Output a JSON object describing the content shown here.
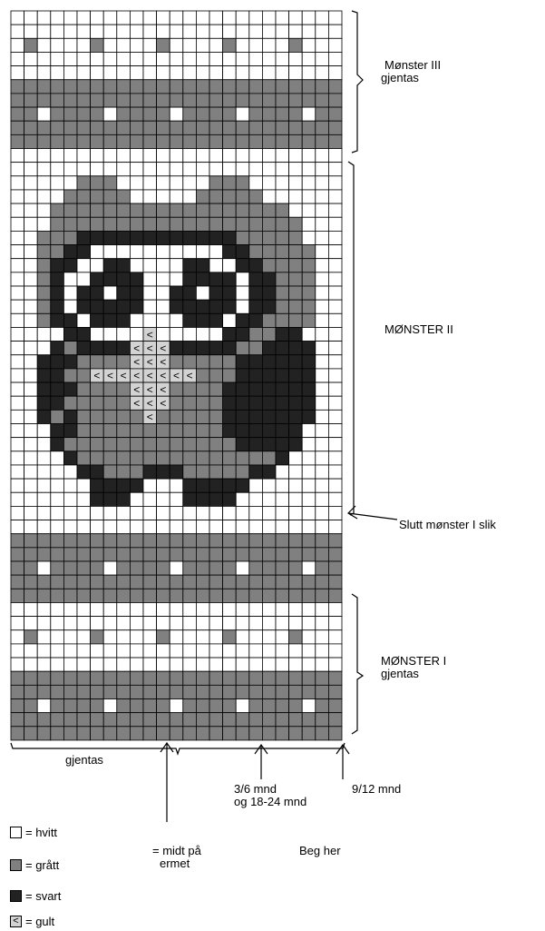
{
  "colors": {
    "hvitt": "#ffffff",
    "graatt": "#808080",
    "svart": "#222222",
    "gult": "#d3d3d3",
    "gridline": "#000000"
  },
  "chart_grid": {
    "cols": 25,
    "legend_codes": {
      "W": "hvitt",
      "G": "grått",
      "B": "svart",
      "Y": "gult"
    },
    "rows": [
      "WWWWWWWWWWWWWWWWWWWWWWWWW",
      "WWWWWWWWWWWWWWWWWWWWWWWWW",
      "WGWWWWGWWWWGWWWWGWWWWGWWW",
      "WWWWWWWWWWWWWWWWWWWWWWWWW",
      "WWWWWWWWWWWWWWWWWWWWWWWWW",
      "GGGGGGGGGGGGGGGGGGGGGGGGG",
      "GGGGGGGGGGGGGGGGGGGGGGGGG",
      "GGWGGGGWGGGGWGGGGWGGGGWGG",
      "GGGGGGGGGGGGGGGGGGGGGGGGG",
      "GGGGGGGGGGGGGGGGGGGGGGGGG",
      "WWWWWWWWWWWWWWWWWWWWWWWWW",
      "WWWWWWWWWWWWWWWWWWWWWWWWW",
      "WWWWWGGGWWWWWWWGGGWWWWWWW",
      "WWWWGGGGGWWWWWGGGGGWWWWWW",
      "WWWGGGGGGGGGGGGGGGGGGWWWW",
      "WWWGGGGGGGGGGGGGGGGGGGWWW",
      "WWGGGBBBBBBBBBBBBGGGGGWWW",
      "WWGGBBWWWWWWWWWWBBGGGGGWW",
      "WWGBBWWBBWWWWBBWWBBGGGGWW",
      "WWGBWWBBBBWWWBBBBWBBGGGWW",
      "WWGBWBBWBBWWBBWBBWBBGGGWW",
      "WWGBWBBBBBWWBBBBBWBBGGGWW",
      "WWGBBWBBBWWWWBBBWBBGGGGWW",
      "WWWWBBWWWWYWWWWWBBGGBBWWW",
      "WWWBGBBBBYYYBBBBBGGBBBBWW",
      "WWBBBGGGGYYYGGGGGBBBBBBWW",
      "WWBBGGYYYYYYYYGGGBBBBBBWW",
      "WWBBBGGGGYYYGGGGBBBBBBBWW",
      "WWBBGGGGGYYYGGGGBBBBBBBWW",
      "WWBGBGGGGGYGGGGGBBBBBBBWW",
      "WWWBBGGGGGGGGGGGBBBBBBWWW",
      "WWWBGGGGGGGGGGGGGBBBBBWWW",
      "WWWWBGGGGGGGGGGGGGGGBWWWW",
      "WWWWWBBGGGBBBGGGGGBBWWWWW",
      "WWWWWWBBBBWWWBBBBBWWWWWWW",
      "WWWWWWBBBWWWWBBBBWWWWWWWW",
      "WWWWWWWWWWWWWWWWWWWWWWWWW",
      "WWWWWWWWWWWWWWWWWWWWWWWWW",
      "GGGGGGGGGGGGGGGGGGGGGGGGG",
      "GGGGGGGGGGGGGGGGGGGGGGGGG",
      "GGWGGGGWGGGGWGGGGWGGGGWGG",
      "GGGGGGGGGGGGGGGGGGGGGGGGG",
      "GGGGGGGGGGGGGGGGGGGGGGGGG",
      "WWWWWWWWWWWWWWWWWWWWWWWWW",
      "WWWWWWWWWWWWWWWWWWWWWWWWW",
      "WGWWWWGWWWWGWWWWGWWWWGWWW",
      "WWWWWWWWWWWWWWWWWWWWWWWWW",
      "WWWWWWWWWWWWWWWWWWWWWWWWW",
      "GGGGGGGGGGGGGGGGGGGGGGGGG",
      "GGGGGGGGGGGGGGGGGGGGGGGGG",
      "GGWGGGGWGGGGWGGGGWGGGGWGG",
      "GGGGGGGGGGGGGGGGGGGGGGGGG",
      "GGGGGGGGGGGGGGGGGGGGGGGGG"
    ],
    "yellow_symbol": "<"
  },
  "labels": {
    "monster_iii": "Mønster III",
    "monster_iii_repeat": "gjentas",
    "monster_ii": "MØNSTER II",
    "slutt": "Slutt mønster I slik",
    "monster_i": "MØNSTER I",
    "monster_i_repeat": "gjentas",
    "gjentas_bottom": "gjentas",
    "size_3_6_line1": "3/6 mnd",
    "size_3_6_line2": "og 18-24 mnd",
    "size_9_12": "9/12 mnd",
    "midt_line1": "= midt på",
    "midt_line2": "ermet",
    "beg_her": "Beg her"
  },
  "legend": [
    {
      "color": "hvitt",
      "text": "=  hvitt"
    },
    {
      "color": "graatt",
      "text": "= grått"
    },
    {
      "color": "svart",
      "text": "= svart"
    },
    {
      "color": "gult",
      "text": "= gult",
      "symbol": "<"
    }
  ]
}
